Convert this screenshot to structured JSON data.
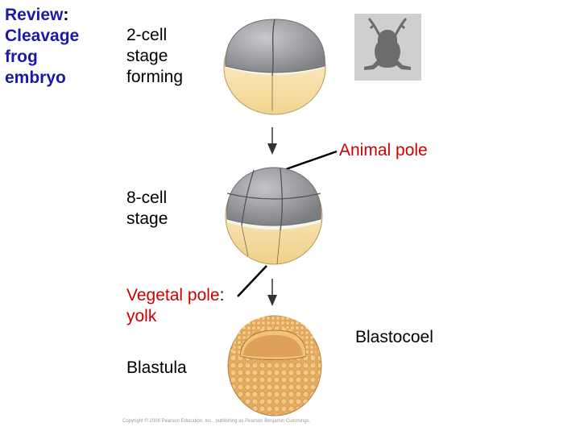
{
  "title": {
    "text": "Review: Cleavage frog embryo",
    "line1": "Review",
    "colon": ":",
    "line2": "Cleavage",
    "line3": "frog",
    "line4": "embryo"
  },
  "labels": {
    "two_cell_line1": "2-cell",
    "two_cell_line2": "stage",
    "two_cell_line3": "forming",
    "animal_pole": "Animal pole",
    "eight_cell_line1": "8-cell",
    "eight_cell_line2": "stage",
    "vegetal_pole": "Vegetal pole",
    "vegetal_colon": ":",
    "yolk": "yolk",
    "blastocoel": "Blastocoel",
    "blastula": "Blastula"
  },
  "copyright": "Copyright © 2008 Pearson Education, Inc., publishing as Pearson Benjamin Cummings.",
  "colors": {
    "title_blue": "#1a1aa6",
    "pole_red": "#cc0000",
    "animal_gray": "#8f9196",
    "vegetal_yellow": "#f6dc9a",
    "blastula_tan": "#e2a860"
  },
  "icons": [
    "frog-silhouette-icon",
    "arrow-down-icon"
  ]
}
